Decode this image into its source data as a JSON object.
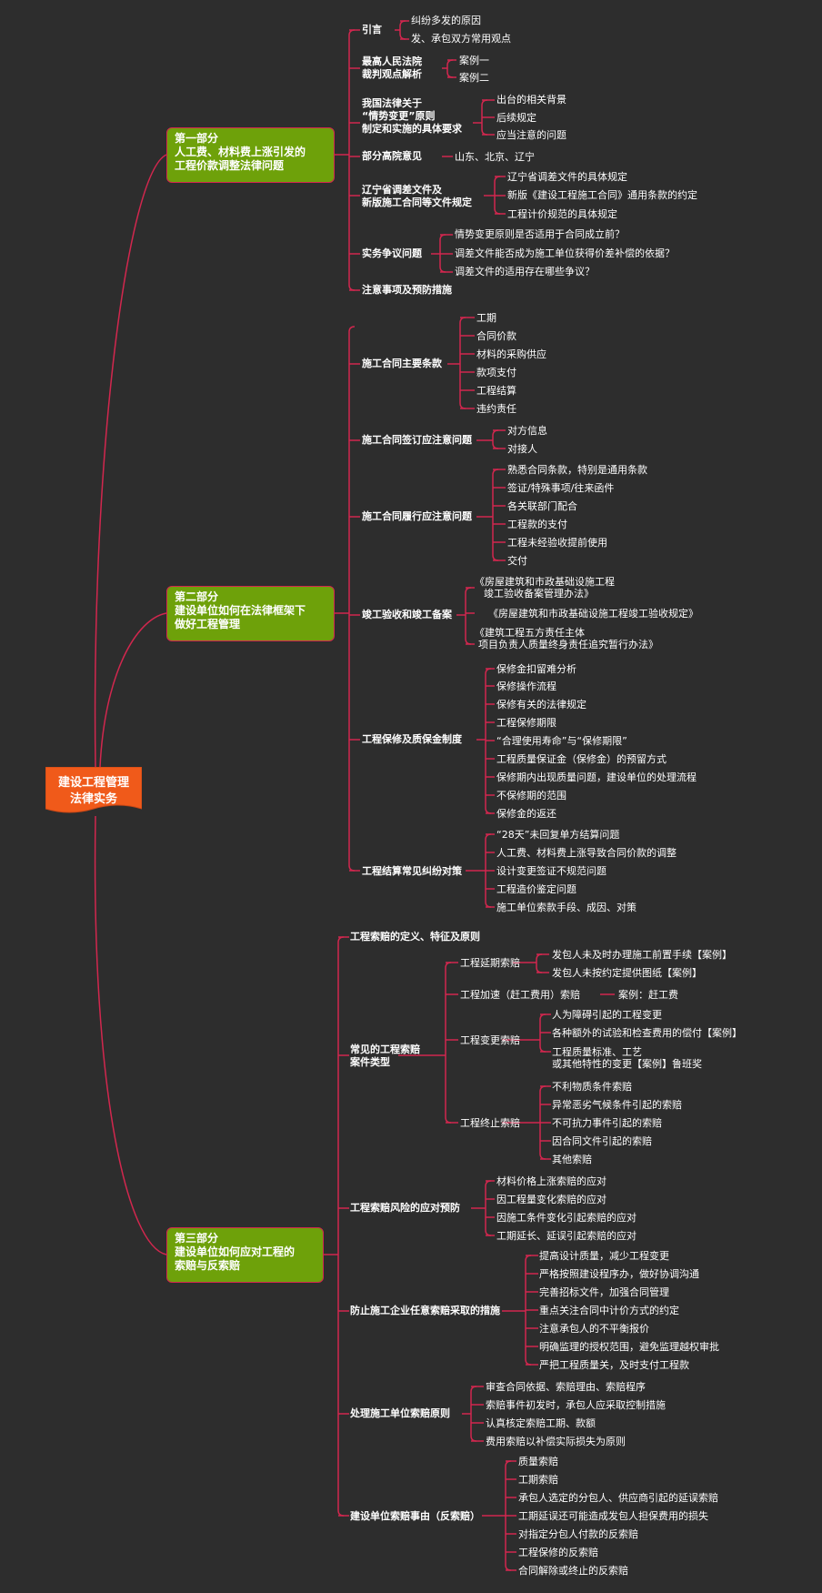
{
  "root": {
    "line1": "建设工程管理",
    "line2": "法律实务"
  },
  "parts": [
    {
      "label_line1": "第一部分",
      "label_line2": "人工费、材料费上涨引发的",
      "label_line3": "工程价款调整法律问题"
    },
    {
      "label_line1": "第二部分",
      "label_line2": "建设单位如何在法律框架下",
      "label_line3": "做好工程管理"
    },
    {
      "label_line1": "第三部分",
      "label_line2": "建设单位如何应对工程的",
      "label_line3": "索赔与反索赔"
    }
  ],
  "part1": {
    "topics": [
      {
        "label": "引言",
        "items": [
          "纠纷多发的原因",
          "发、承包双方常用观点"
        ]
      },
      {
        "label_line1": "最高人民法院",
        "label_line2": "裁判观点解析",
        "items": [
          "案例一",
          "案例二"
        ]
      },
      {
        "label_line1": "我国法律关于",
        "label_line2": "“情势变更”原则",
        "label_line3": "制定和实施的具体要求",
        "items": [
          "出台的相关背景",
          "后续规定",
          "应当注意的问题"
        ]
      },
      {
        "label": "部分高院意见",
        "items": [
          "山东、北京、辽宁"
        ]
      },
      {
        "label_line1": "辽宁省调差文件及",
        "label_line2": "新版施工合同等文件规定",
        "items": [
          "辽宁省调差文件的具体规定",
          "新版《建设工程施工合同》通用条款的约定",
          "工程计价规范的具体规定"
        ]
      },
      {
        "label": "实务争议问题",
        "items": [
          "情势变更原则是否适用于合同成立前？",
          "调差文件能否成为施工单位获得价差补偿的依据？",
          "调差文件的适用存在哪些争议？"
        ]
      },
      {
        "label": "注意事项及预防措施"
      }
    ]
  },
  "part2": {
    "topics": [
      {
        "label": "施工合同主要条款",
        "items": [
          "工期",
          "合同价款",
          "材料的采购供应",
          "款项支付",
          "工程结算",
          "违约责任"
        ]
      },
      {
        "label": "施工合同签订应注意问题",
        "items": [
          "对方信息",
          "对接人"
        ]
      },
      {
        "label": "施工合同履行应注意问题",
        "items": [
          "熟悉合同条款，特别是通用条款",
          "签证/特殊事项/往来函件",
          "各关联部门配合",
          "工程款的支付",
          "工程未经验收提前使用",
          "交付"
        ]
      },
      {
        "label": "竣工验收和竣工备案",
        "items": [
          {
            "line1": "《房屋建筑和市政基础设施工程",
            "line2": "竣工验收备案管理办法》"
          },
          {
            "line1": "《房屋建筑和市政基础设施工程竣工验收规定》"
          },
          {
            "line1": "《建筑工程五方责任主体",
            "line2": "项目负责人质量终身责任追究暂行办法》"
          }
        ]
      },
      {
        "label": "工程保修及质保金制度",
        "items": [
          "保修金扣留难分析",
          "保修操作流程",
          "保修有关的法律规定",
          "工程保修期限",
          "“合理使用寿命”与“保修期限”",
          "工程质量保证金（保修金）的预留方式",
          "保修期内出现质量问题，建设单位的处理流程",
          "不保修期的范围",
          "保修金的返还"
        ]
      },
      {
        "label": "工程结算常见纠纷对策",
        "items": [
          "“28天”未回复单方结算问题",
          "人工费、材料费上涨导致合同价款的调整",
          "设计变更签证不规范问题",
          "工程造价鉴定问题",
          "施工单位索款手段、成因、对策"
        ]
      }
    ]
  },
  "part3": {
    "topics": [
      {
        "label": "工程索赔的定义、特征及原则"
      },
      {
        "label_line1": "常见的工程索赔",
        "label_line2": "案件类型",
        "subtopics": [
          {
            "label": "工程延期索赔",
            "items": [
              "发包人未及时办理施工前置手续【案例】",
              "发包人未按约定提供图纸【案例】"
            ]
          },
          {
            "label": "工程加速（赶工费用）索赔",
            "items": [
              "案例：赶工费"
            ]
          },
          {
            "label": "工程变更索赔",
            "items": [
              "人为障碍引起的工程变更",
              "各种额外的试验和检查费用的偿付【案例】",
              "工程质量标准、工艺",
              "或其他特性的变更【案例】鲁班奖"
            ]
          },
          {
            "label": "工程终止索赔",
            "items": [
              "不利物质条件索赔",
              "异常恶劣气候条件引起的索赔",
              "不可抗力事件引起的索赔",
              "因合同文件引起的索赔",
              "其他索赔"
            ]
          }
        ]
      },
      {
        "label": "工程索赔风险的应对预防",
        "items": [
          "材料价格上涨索赔的应对",
          "因工程量变化索赔的应对",
          "因施工条件变化引起索赔的应对",
          "工期延长、延误引起索赔的应对"
        ]
      },
      {
        "label": "防止施工企业任意索赔采取的措施",
        "items": [
          "提高设计质量，减少工程变更",
          "严格按照建设程序办，做好协调沟通",
          "完善招标文件，加强合同管理",
          "重点关注合同中计价方式的约定",
          "注意承包人的不平衡报价",
          "明确监理的授权范围，避免监理越权审批",
          "严把工程质量关，及时支付工程款"
        ]
      },
      {
        "label": "处理施工单位索赔原则",
        "items": [
          "审查合同依据、索赔理由、索赔程序",
          "索赔事件初发时，承包人应采取控制措施",
          "认真核定索赔工期、款额",
          "费用索赔以补偿实际损失为原则"
        ]
      },
      {
        "label": "建设单位索赔事由（反索赔）",
        "items": [
          "质量索赔",
          "工期索赔",
          "承包人选定的分包人、供应商引起的延误索赔",
          "工期延误还可能造成发包人担保费用的损失",
          "对指定分包人付款的反索赔",
          "工程保修的反索赔",
          "合同解除或终止的反索赔"
        ]
      }
    ]
  }
}
